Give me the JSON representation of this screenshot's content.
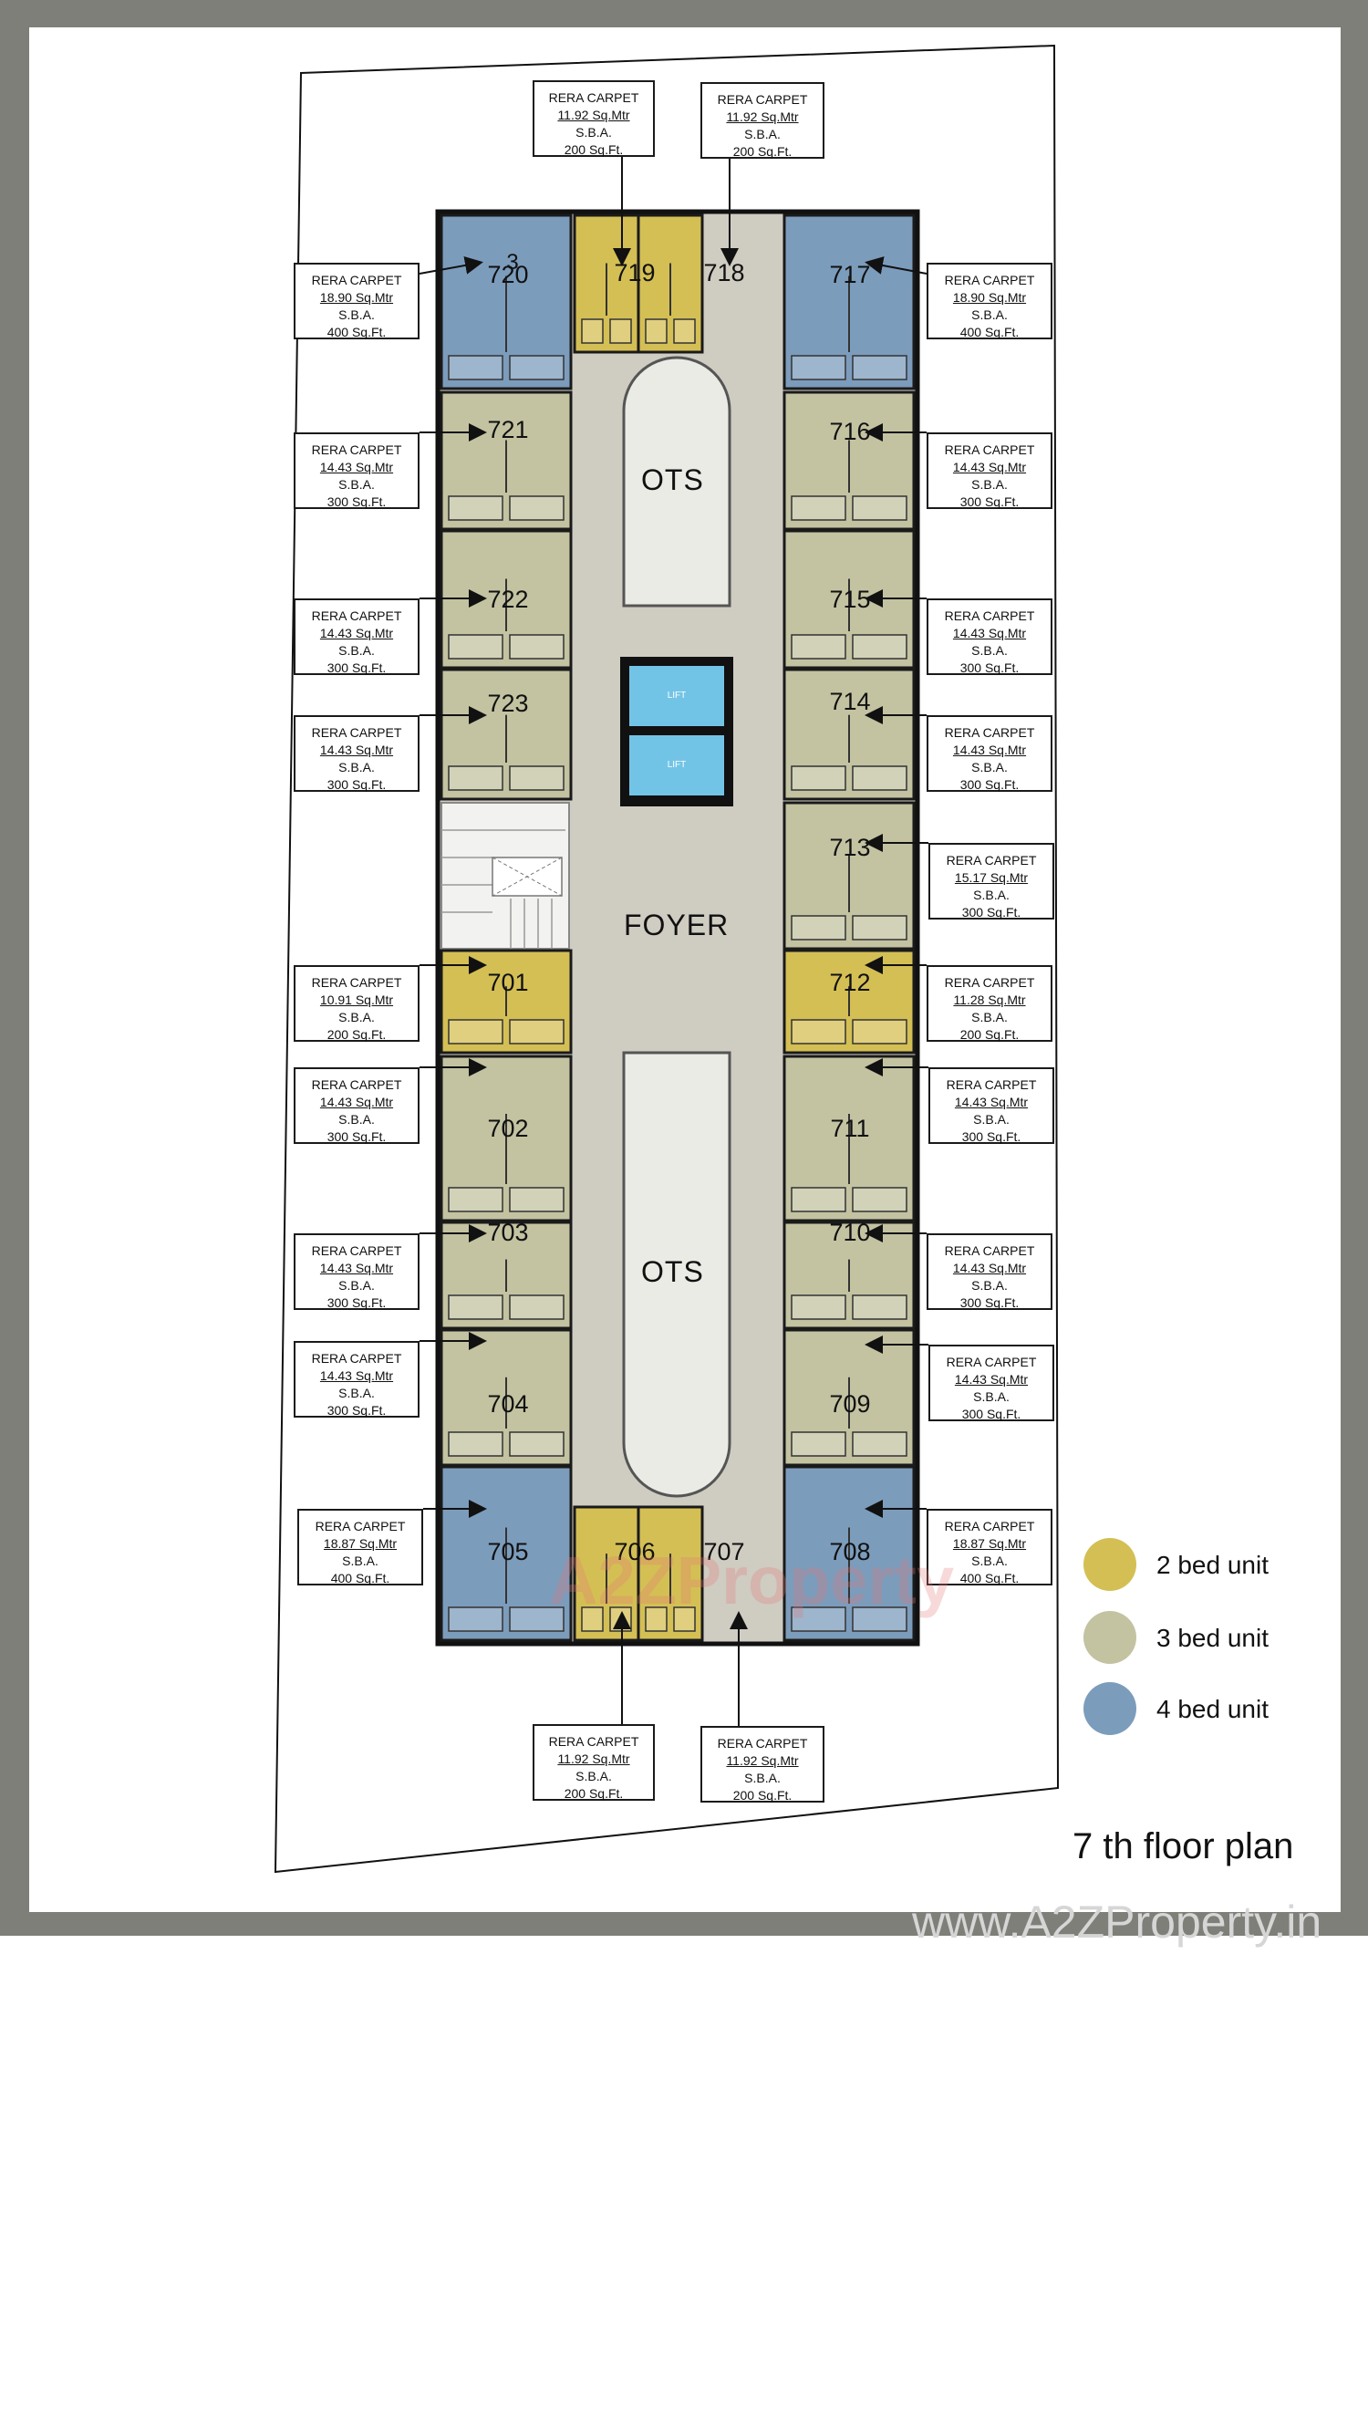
{
  "colors": {
    "two_bed": "#d4bf55",
    "three_bed": "#c3c3a2",
    "four_bed": "#7c9cbc",
    "corridor": "#cfccc2",
    "lift": "#72c4e6",
    "ots": "#ebebe6",
    "frame": "#7f7f79"
  },
  "callout_lines": {
    "line1": "RERA CARPET",
    "line3": "S.B.A."
  },
  "callouts": [
    {
      "id": "c-719",
      "area_sqm": "11.92 Sq.Mtr",
      "sba": "200 Sq.Ft."
    },
    {
      "id": "c-718",
      "area_sqm": "11.92 Sq.Mtr",
      "sba": "200 Sq.Ft."
    },
    {
      "id": "c-720",
      "area_sqm": "18.90 Sq.Mtr",
      "sba": "400 Sq.Ft."
    },
    {
      "id": "c-717",
      "area_sqm": "18.90 Sq.Mtr",
      "sba": "400 Sq.Ft."
    },
    {
      "id": "c-721",
      "area_sqm": "14.43 Sq.Mtr",
      "sba": "300 Sq.Ft."
    },
    {
      "id": "c-716",
      "area_sqm": "14.43 Sq.Mtr",
      "sba": "300 Sq.Ft."
    },
    {
      "id": "c-722",
      "area_sqm": "14.43 Sq.Mtr",
      "sba": "300 Sq.Ft."
    },
    {
      "id": "c-715",
      "area_sqm": "14.43 Sq.Mtr",
      "sba": "300 Sq.Ft."
    },
    {
      "id": "c-723",
      "area_sqm": "14.43 Sq.Mtr",
      "sba": "300 Sq.Ft."
    },
    {
      "id": "c-714",
      "area_sqm": "14.43 Sq.Mtr",
      "sba": "300 Sq.Ft."
    },
    {
      "id": "c-713",
      "area_sqm": "15.17 Sq.Mtr",
      "sba": "300 Sq.Ft."
    },
    {
      "id": "c-701",
      "area_sqm": "10.91 Sq.Mtr",
      "sba": "200 Sq.Ft."
    },
    {
      "id": "c-712",
      "area_sqm": "11.28 Sq.Mtr",
      "sba": "200 Sq.Ft."
    },
    {
      "id": "c-702",
      "area_sqm": "14.43 Sq.Mtr",
      "sba": "300 Sq.Ft."
    },
    {
      "id": "c-711",
      "area_sqm": "14.43 Sq.Mtr",
      "sba": "300 Sq.Ft."
    },
    {
      "id": "c-703",
      "area_sqm": "14.43 Sq.Mtr",
      "sba": "300 Sq.Ft."
    },
    {
      "id": "c-710",
      "area_sqm": "14.43 Sq.Mtr",
      "sba": "300 Sq.Ft."
    },
    {
      "id": "c-704",
      "area_sqm": "14.43 Sq.Mtr",
      "sba": "300 Sq.Ft."
    },
    {
      "id": "c-709",
      "area_sqm": "14.43 Sq.Mtr",
      "sba": "300 Sq.Ft."
    },
    {
      "id": "c-705",
      "area_sqm": "18.87 Sq.Mtr",
      "sba": "400 Sq.Ft."
    },
    {
      "id": "c-708",
      "area_sqm": "18.87 Sq.Mtr",
      "sba": "400 Sq.Ft."
    },
    {
      "id": "c-706",
      "area_sqm": "11.92 Sq.Mtr",
      "sba": "200 Sq.Ft."
    },
    {
      "id": "c-707",
      "area_sqm": "11.92 Sq.Mtr",
      "sba": "200 Sq.Ft."
    }
  ],
  "units": [
    {
      "num": "720",
      "type": "four_bed"
    },
    {
      "num": "719",
      "type": "two_bed"
    },
    {
      "num": "718",
      "type": "two_bed"
    },
    {
      "num": "717",
      "type": "four_bed"
    },
    {
      "num": "721",
      "type": "three_bed"
    },
    {
      "num": "716",
      "type": "three_bed"
    },
    {
      "num": "722",
      "type": "three_bed"
    },
    {
      "num": "715",
      "type": "three_bed"
    },
    {
      "num": "723",
      "type": "three_bed"
    },
    {
      "num": "714",
      "type": "three_bed"
    },
    {
      "num": "713",
      "type": "three_bed"
    },
    {
      "num": "701",
      "type": "two_bed"
    },
    {
      "num": "712",
      "type": "two_bed"
    },
    {
      "num": "702",
      "type": "three_bed"
    },
    {
      "num": "711",
      "type": "three_bed"
    },
    {
      "num": "703",
      "type": "three_bed"
    },
    {
      "num": "710",
      "type": "three_bed"
    },
    {
      "num": "704",
      "type": "three_bed"
    },
    {
      "num": "709",
      "type": "three_bed"
    },
    {
      "num": "705",
      "type": "four_bed"
    },
    {
      "num": "706",
      "type": "two_bed"
    },
    {
      "num": "707",
      "type": "two_bed"
    },
    {
      "num": "708",
      "type": "four_bed"
    }
  ],
  "labels": {
    "ots_top": "OTS",
    "ots_bottom": "OTS",
    "foyer": "FOYER",
    "lift_1": "LIFT",
    "lift_2": "LIFT",
    "stray_digit": "3"
  },
  "legend": [
    {
      "label": "2 bed unit",
      "color_key": "two_bed"
    },
    {
      "label": "3 bed unit",
      "color_key": "three_bed"
    },
    {
      "label": "4 bed unit",
      "color_key": "four_bed"
    }
  ],
  "title": "7 th floor plan",
  "watermark": "www.A2ZProperty.in",
  "watermark_center": "A2ZProperty"
}
